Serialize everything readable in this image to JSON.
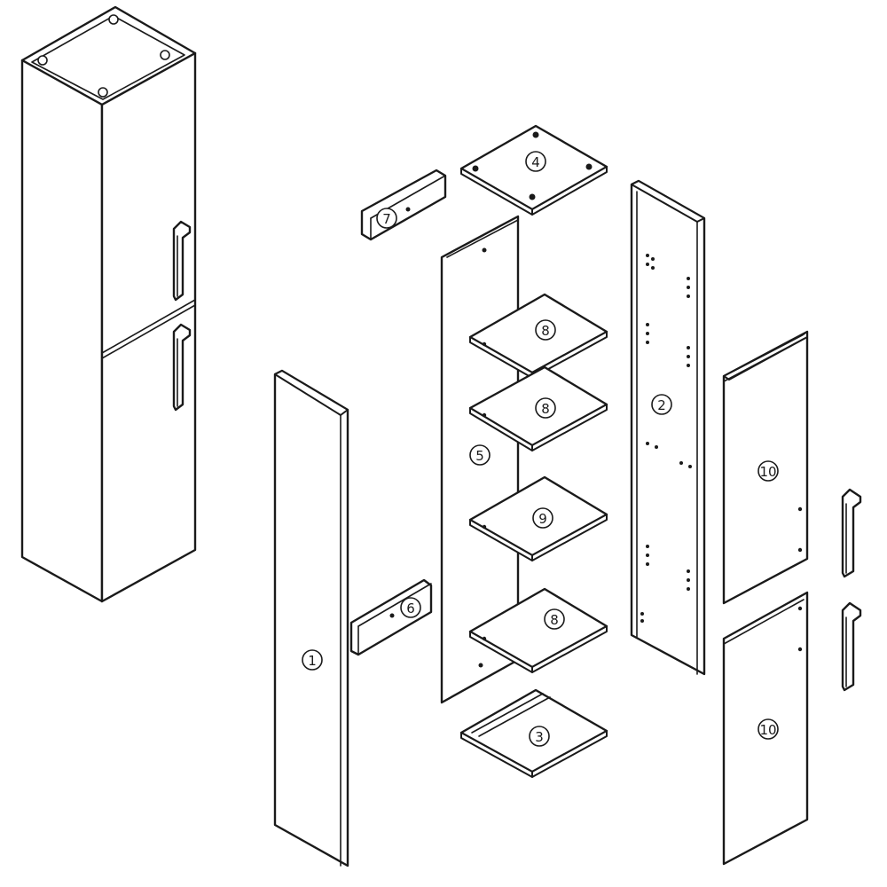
{
  "diagram": {
    "parts": [
      {
        "id": "1",
        "label": "1"
      },
      {
        "id": "2",
        "label": "2"
      },
      {
        "id": "3",
        "label": "3"
      },
      {
        "id": "4",
        "label": "4"
      },
      {
        "id": "5",
        "label": "5"
      },
      {
        "id": "6",
        "label": "6"
      },
      {
        "id": "7",
        "label": "7"
      },
      {
        "id": "8a",
        "label": "8"
      },
      {
        "id": "8b",
        "label": "8"
      },
      {
        "id": "8c",
        "label": "8"
      },
      {
        "id": "9",
        "label": "9"
      },
      {
        "id": "10a",
        "label": "10"
      },
      {
        "id": "10b",
        "label": "10"
      }
    ]
  }
}
